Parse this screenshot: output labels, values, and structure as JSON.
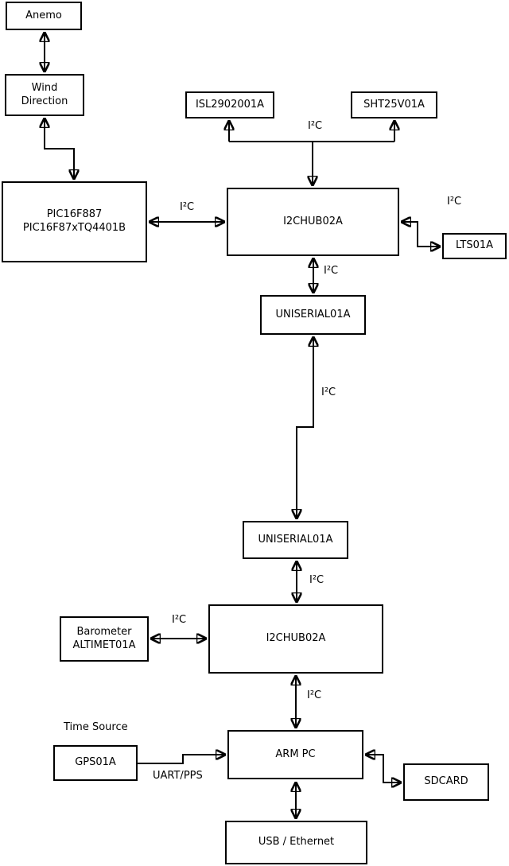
{
  "diagram": {
    "title_hint": "weather-station hardware block diagram",
    "colors": {
      "background": "#ffffff",
      "stroke": "#000000",
      "text": "#000000"
    },
    "nodes": {
      "anemo": {
        "label": "Anemo"
      },
      "wind_direction": {
        "lines": [
          "Wind",
          "Direction"
        ]
      },
      "pic": {
        "lines": [
          "PIC16F887",
          "PIC16F87xTQ4401B"
        ]
      },
      "isl": {
        "label": "ISL2902001A"
      },
      "sht": {
        "label": "SHT25V01A"
      },
      "hub1": {
        "label": "I2CHUB02A"
      },
      "lts": {
        "label": "LTS01A"
      },
      "uniserial1": {
        "label": "UNISERIAL01A"
      },
      "uniserial2": {
        "label": "UNISERIAL01A"
      },
      "hub2": {
        "label": "I2CHUB02A"
      },
      "barometer": {
        "lines": [
          "Barometer",
          "ALTIMET01A"
        ]
      },
      "armpc": {
        "label": "ARM PC"
      },
      "gps": {
        "label": "GPS01A"
      },
      "sdcard": {
        "label": "SDCARD"
      },
      "usb": {
        "label": "USB / Ethernet"
      }
    },
    "edge_labels": {
      "i2c_sensors": "I²C",
      "i2c_pic_hub1": "I²C",
      "i2c_hub1_lts": "I²C",
      "i2c_hub1_uniserial1": "I²C",
      "i2c_uniserial_uniserial": "I²C",
      "i2c_uniserial2_hub2": "I²C",
      "i2c_barometer_hub2": "I²C",
      "i2c_hub2_armpc": "I²C",
      "time_source": "Time Source",
      "uart_pps": "UART/PPS"
    }
  }
}
